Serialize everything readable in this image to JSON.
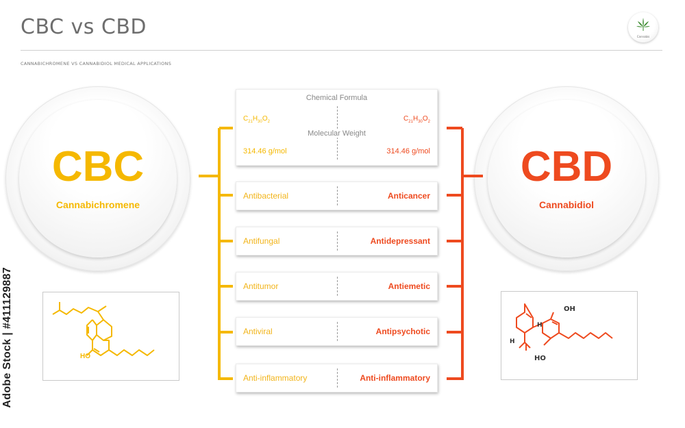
{
  "header": {
    "title": "CBC vs CBD",
    "subtitle": "CANNABICHROMENE VS CANNABIDIOL MEDICAL APPLICATIONS",
    "logo_label": "Cannabis"
  },
  "compound_left": {
    "abbr": "CBC",
    "name": "Cannabichromene",
    "color": "#f5b800",
    "structure_labels": [
      "HO"
    ]
  },
  "compound_right": {
    "abbr": "CBD",
    "name": "Cannabidiol",
    "color": "#ee4a1f",
    "structure_labels": [
      "H",
      "OH",
      "H",
      "HO"
    ]
  },
  "properties": {
    "formula_label": "Chemical Formula",
    "weight_label": "Molecular Weight",
    "left_formula": {
      "c": "C",
      "c_n": "21",
      "h": "H",
      "h_n": "30",
      "o": "O",
      "o_n": "2"
    },
    "right_formula": {
      "c": "C",
      "c_n": "21",
      "h": "H",
      "h_n": "30",
      "o": "O",
      "o_n": "2"
    },
    "left_weight": "314.46 g/mol",
    "right_weight": "314.46 g/mol"
  },
  "applications": [
    {
      "left": "Antibacterial",
      "right": "Anticancer"
    },
    {
      "left": "Antifungal",
      "right": "Antidepressant"
    },
    {
      "left": "Antitumor",
      "right": "Antiemetic"
    },
    {
      "left": "Antiviral",
      "right": "Antipsychotic"
    },
    {
      "left": "Anti-inflammatory",
      "right": "Anti-inflammatory"
    }
  ],
  "watermark_id": "#411129887",
  "watermark_source": "Adobe Stock"
}
